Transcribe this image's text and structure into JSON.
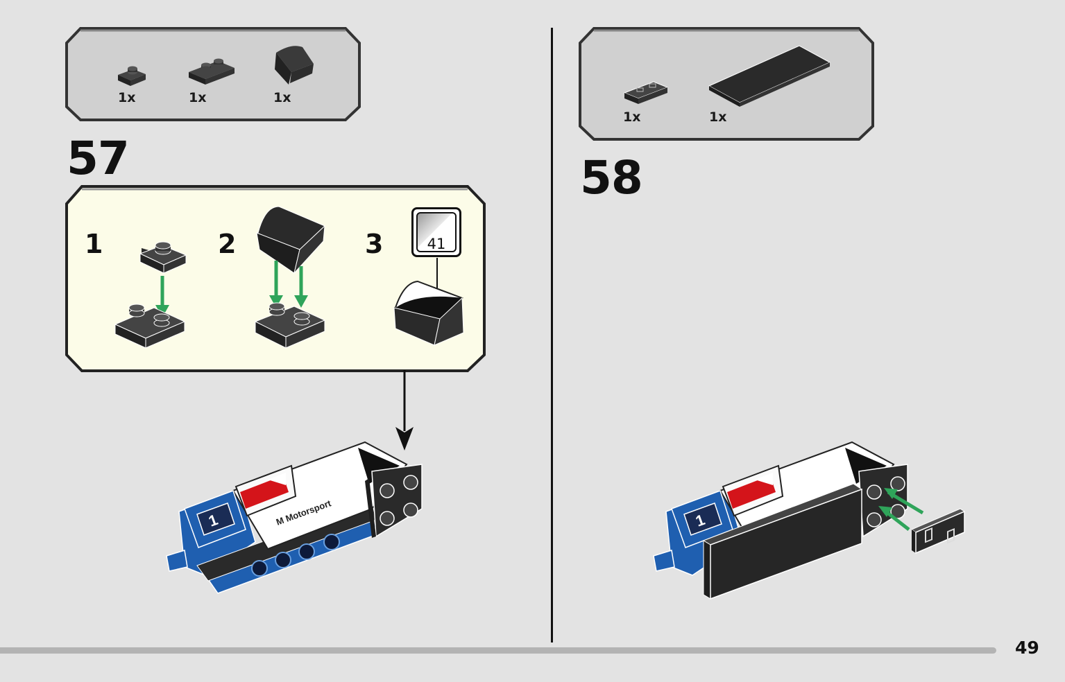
{
  "page": {
    "number": "49"
  },
  "steps": [
    {
      "number": "57",
      "parts": [
        {
          "icon": "plate-1x2-black-icon",
          "qty": "1x"
        },
        {
          "icon": "plate-2x2-black-icon",
          "qty": "1x"
        },
        {
          "icon": "curved-slope-black-icon",
          "qty": "1x"
        }
      ],
      "substeps": [
        {
          "label": "1"
        },
        {
          "label": "2"
        },
        {
          "label": "3"
        }
      ],
      "sticker": {
        "number": "41"
      }
    },
    {
      "number": "58",
      "parts": [
        {
          "icon": "tile-1x2-grille-black-icon",
          "qty": "1x"
        },
        {
          "icon": "tile-2x6-black-icon",
          "qty": "1x"
        }
      ]
    }
  ],
  "colors": {
    "background": "#e3e3e3",
    "parts_box": "#d0d0d0",
    "substep_box": "#fcfce8",
    "brick_black": "#2a2a2a",
    "car_blue": "#1f5fb0",
    "arrow_green": "#2fa45a",
    "sticker_red": "#d4141a"
  }
}
